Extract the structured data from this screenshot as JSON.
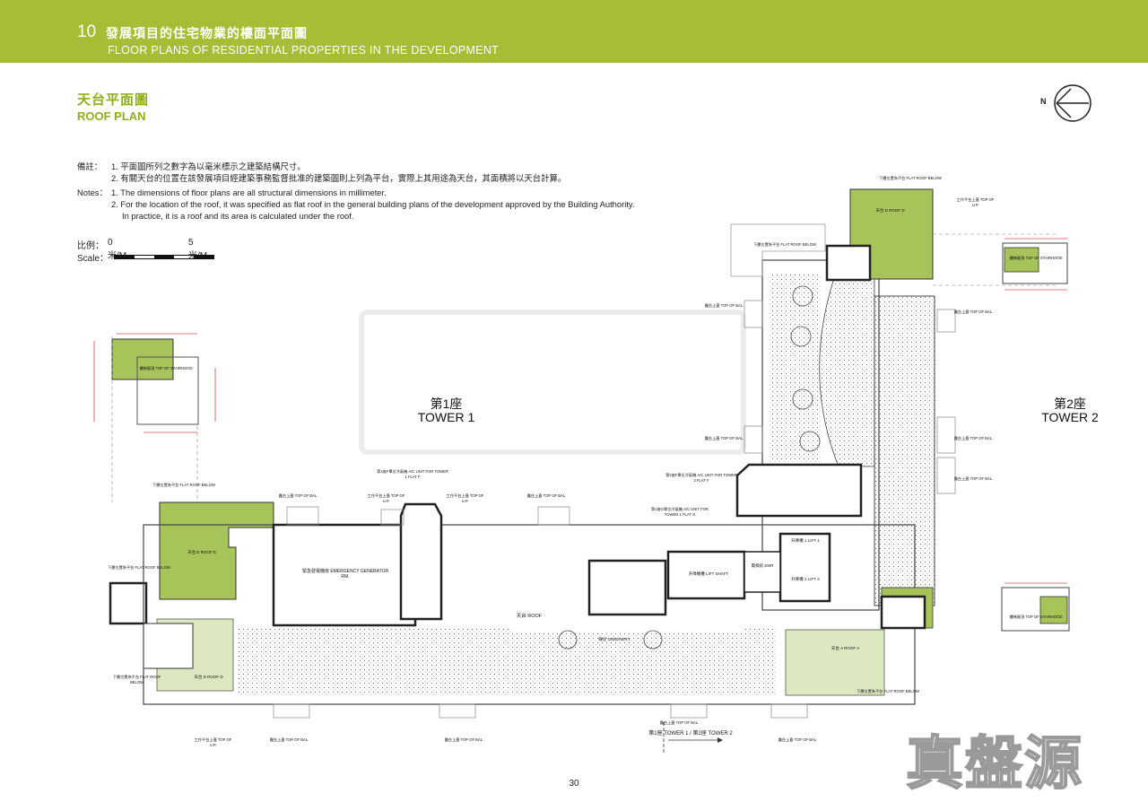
{
  "header": {
    "number": "10",
    "title_zh": "發展項目的住宅物業的樓面平面圖",
    "title_en": "FLOOR PLANS OF RESIDENTIAL PROPERTIES IN THE DEVELOPMENT"
  },
  "section": {
    "title_zh": "天台平面圖",
    "title_en": "ROOF PLAN"
  },
  "notes": {
    "zh_label": "備註：",
    "zh_items": [
      "1. 平面圖所列之數字為以毫米標示之建築結構尺寸。",
      "2. 有關天台的位置在該發展項目經建築事務監督批准的建築圖則上列為平台，實際上其用途為天台，其面積將以天台計算。"
    ],
    "en_label": "Notes：",
    "en_items": [
      "1. The dimensions of floor plans are all structural dimensions in millimeter.",
      "2. For the location of the roof, it was specified as flat roof in the general building plans of the development approved by the Building Authority.",
      "In practice, it is a roof and its area is calculated under the roof."
    ]
  },
  "scale": {
    "label_zh": "比例：",
    "label_en": "Scale：",
    "start": "0米/M",
    "end": "5米/M"
  },
  "north": {
    "label": "N",
    "icon": "north-arrow-icon"
  },
  "towers": {
    "t1_zh": "第1座",
    "t1_en": "TOWER 1",
    "t2_zh": "第2座",
    "t2_en": "TOWER 2"
  },
  "labels": {
    "top_of_bal": "露台上蓋 TOP OF BAL.",
    "top_of_up": "工作平台上蓋 TOP OF U.P.",
    "flat_roof_below": "下層位置為平台 FLAT ROOF BELOW",
    "stairhood": "樓梯屋頂 TOP OF STAIRHOOD",
    "roof_d": "天台 D ROOF D",
    "roof_e": "天台 E ROOF E",
    "roof_a": "天台 A ROOF A",
    "roof": "天台 ROOF",
    "greenery": "綠化 GREENERY",
    "generator": "緊急發電機房 EMERGENCY GENERATOR RM.",
    "lift_shaft": "升降機槽 LIFT SHAFT",
    "lift1": "升降機 1 LIFT 1",
    "lift2": "升降機 2 LIFT 2",
    "emr": "電梯房 EMR",
    "ac_t1f": "第1座F單位冷氣機 A/C UNIT FOR TOWER 1 FLAT F",
    "ac_t2f": "第2座F單位冷氣機 A/C UNIT FOR TOWER 2 FLAT F",
    "ac_t1g": "第1座G單位冷氣機 A/C UNIT FOR TOWER 1 FLAT G",
    "tower_div": "第1座 TOWER 1 / 第2座 TOWER 2"
  },
  "page_number": "30",
  "watermark": "真盤源",
  "colors": {
    "header_green": "#a6bd35",
    "roof_green": "#a6c45a",
    "accent_text": "#8fae1b"
  }
}
